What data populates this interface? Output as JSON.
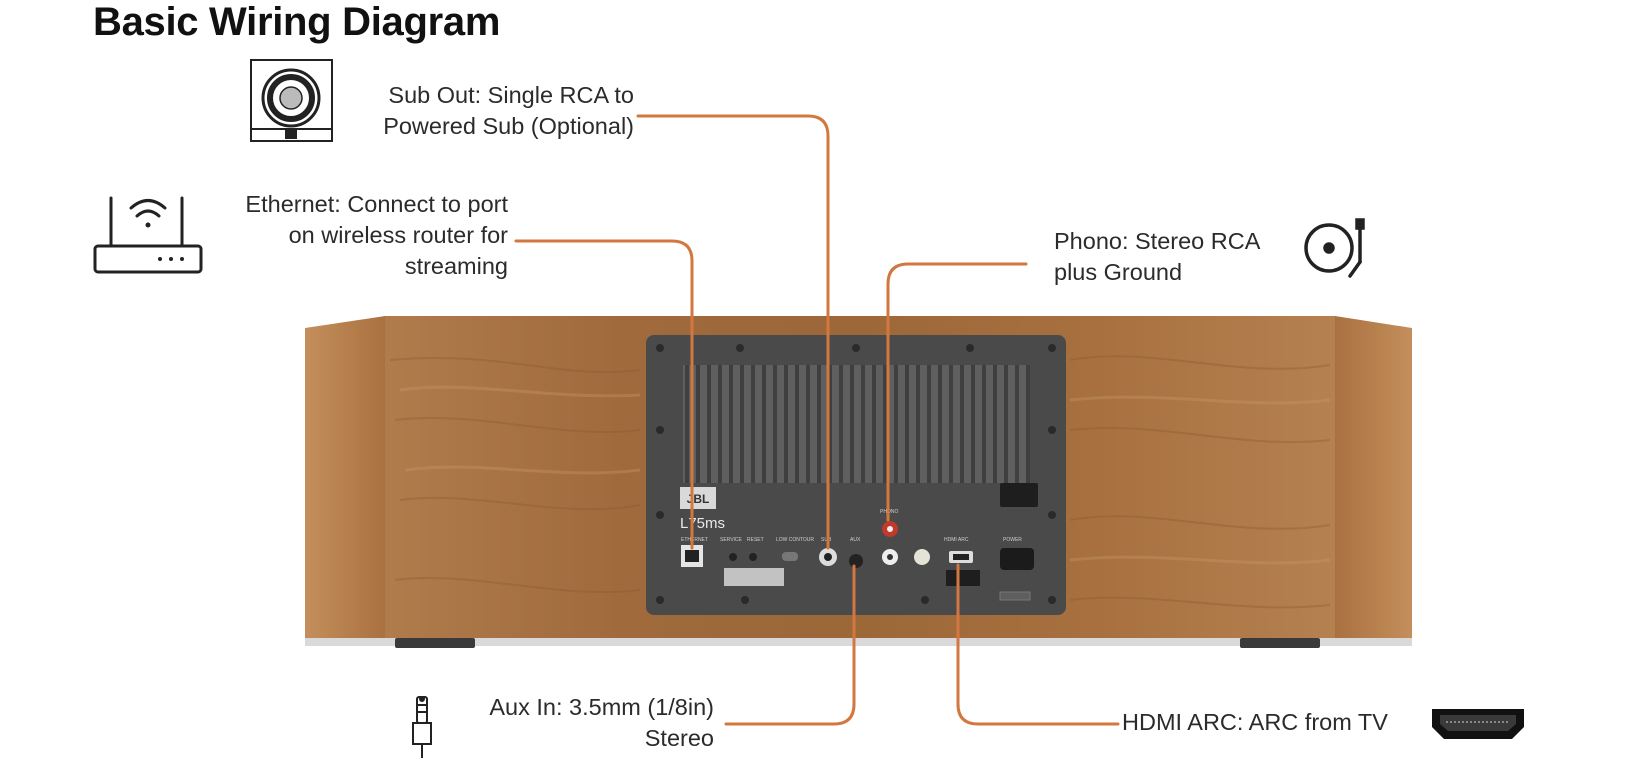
{
  "title": "Basic Wiring Diagram",
  "accent_color": "#d2773f",
  "callouts": {
    "sub_out": {
      "lines": [
        "Sub Out: Single RCA to",
        "Powered Sub (Optional)"
      ],
      "icon": "subwoofer-icon"
    },
    "ethernet": {
      "lines": [
        "Ethernet: Connect to port",
        "on wireless router for",
        "streaming"
      ],
      "icon": "router-icon"
    },
    "phono": {
      "lines": [
        "Phono: Stereo RCA",
        "plus Ground"
      ],
      "icon": "turntable-icon"
    },
    "aux_in": {
      "lines": [
        "Aux In: 3.5mm (1/8in)",
        "Stereo"
      ],
      "icon": "audio-jack-icon"
    },
    "hdmi_arc": {
      "lines": [
        "HDMI ARC: ARC from TV"
      ],
      "icon": "hdmi-icon"
    }
  },
  "device": {
    "brand": "JBL",
    "model": "L75ms",
    "panel_labels": [
      "ETHERNET",
      "SERVICE",
      "RESET",
      "LOW CONTOUR",
      "SUB",
      "AUX",
      "PHONO",
      "HDMI ARC",
      "POWER"
    ]
  }
}
